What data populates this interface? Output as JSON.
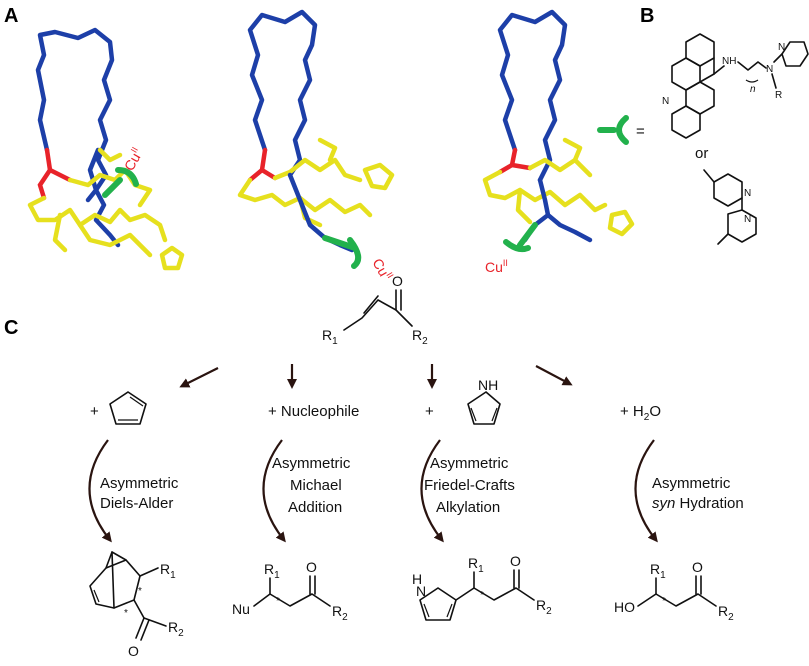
{
  "panels": {
    "a": "A",
    "b": "B",
    "c": "C"
  },
  "copper_label": "Cu",
  "copper_superscript": "II",
  "panel_b": {
    "equals": "=",
    "or": "or",
    "ligand1_labels": {
      "nh": "NH",
      "n_amine": "N",
      "n_pyridine": "N",
      "n_acridine": "N",
      "r": "R",
      "n_sub": "n"
    },
    "ligand2_labels": {
      "n_top": "N",
      "n_bottom": "N"
    }
  },
  "panel_c": {
    "enone": {
      "o": "O",
      "r1": "R",
      "r1_sub": "1",
      "r2": "R",
      "r2_sub": "2"
    },
    "reactions": [
      {
        "reagent_prefix": "+",
        "reagent_name": "",
        "line1": "Asymmetric",
        "line2": "Diels-Alder",
        "line3": ""
      },
      {
        "reagent_prefix": "+ Nucleophile",
        "reagent_name": "",
        "line1": "Asymmetric",
        "line2": "Michael",
        "line3": "Addition"
      },
      {
        "reagent_prefix": "+",
        "reagent_name": "",
        "line1": "Asymmetric",
        "line2": "Friedel-Crafts",
        "line3": "Alkylation"
      },
      {
        "reagent_prefix": "+ H",
        "reagent_name": "",
        "line1": "Asymmetric",
        "line2_italic": "syn",
        "line2_rest": " Hydration",
        "line3": ""
      }
    ],
    "water_sub": "2",
    "water_o": "O",
    "pyrrole_nh": "H",
    "pyrrole_n": "N",
    "products": {
      "p1": {
        "r1": "R",
        "r1_sub": "1",
        "r2": "R",
        "r2_sub": "2",
        "o": "O",
        "star": "*"
      },
      "p2": {
        "nu": "Nu",
        "r1": "R",
        "r1_sub": "1",
        "r2": "R",
        "r2_sub": "2",
        "o": "O",
        "star": "*"
      },
      "p3": {
        "h": "H",
        "n": "N",
        "r1": "R",
        "r1_sub": "1",
        "r2": "R",
        "r2_sub": "2",
        "o": "O",
        "star": "*"
      },
      "p4": {
        "ho": "HO",
        "r1": "R",
        "r1_sub": "1",
        "r2": "R",
        "r2_sub": "2",
        "o": "O",
        "star": "*"
      }
    }
  },
  "colors": {
    "helix": "#1d3fa8",
    "peptide": "#e6e01e",
    "linker": "#e8232a",
    "ligand": "#22b14c",
    "copper_text": "#e8232a",
    "arrow": "#2a1410"
  }
}
